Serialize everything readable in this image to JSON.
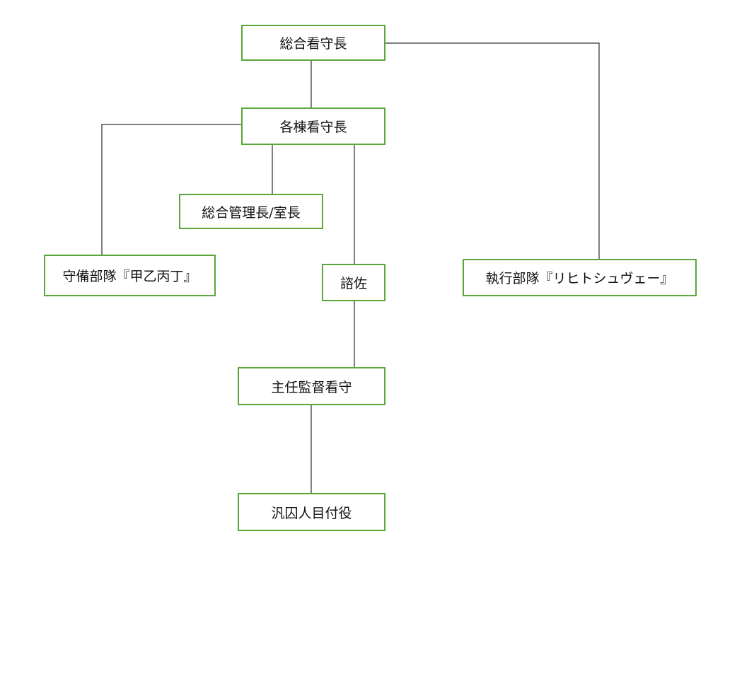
{
  "diagram": {
    "border_color": "#5aa63a",
    "line_color": "#000000",
    "nodes": {
      "chief_warden": {
        "label": "総合看守長"
      },
      "ward_wardens": {
        "label": "各棟看守長"
      },
      "general_managers": {
        "label": "総合管理長/室長"
      },
      "guard_unit": {
        "label": "守備部隊『甲乙丙丁』"
      },
      "adjutant": {
        "label": "諮佐"
      },
      "execution_unit": {
        "label": "執行部隊『リヒトシュヴェー』"
      },
      "chief_supervisor": {
        "label": "主任監督看守"
      },
      "prisoner_monitors": {
        "label": "汎囚人目付役"
      }
    }
  }
}
